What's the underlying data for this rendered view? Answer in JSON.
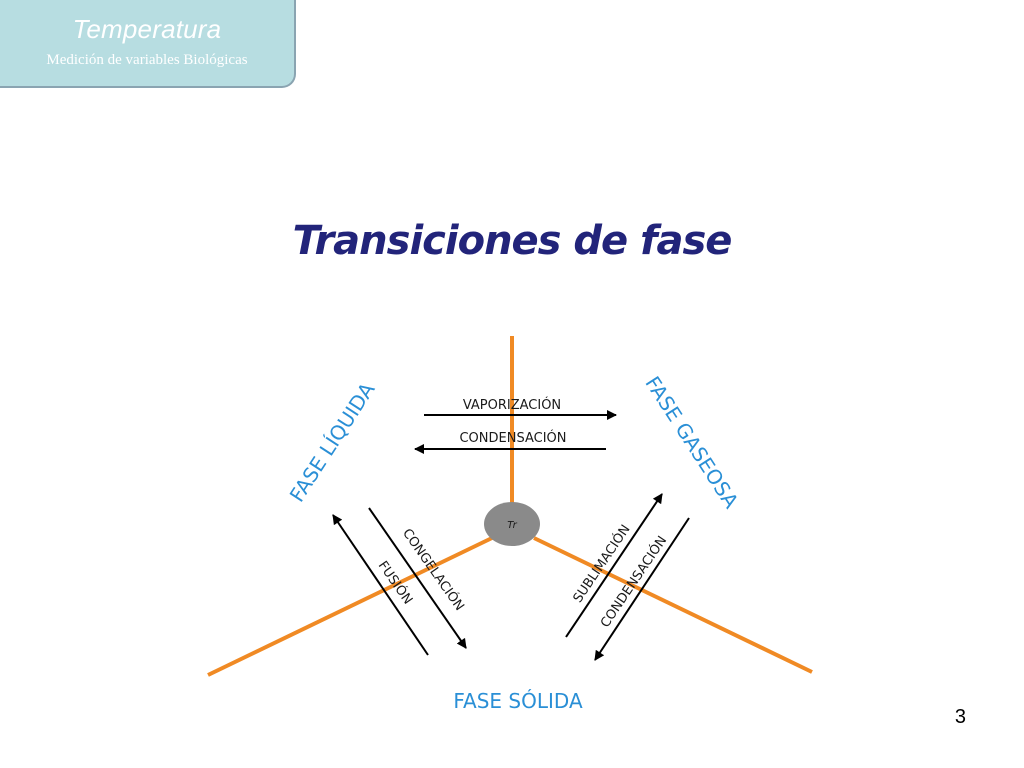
{
  "header": {
    "title": "Temperatura",
    "subtitle": "Medición de variables Biológicas"
  },
  "slide": {
    "title": "Transiciones de fase",
    "page_number": "3"
  },
  "diagram": {
    "phases": {
      "liquid": "FASE LÍQUIDA",
      "gas": "FASE GASEOSA",
      "solid": "FASE SÓLIDA"
    },
    "triple_point": "Tr",
    "transitions": {
      "vaporization": "VAPORIZACIÓN",
      "condensation_top": "CONDENSACIÓN",
      "freezing": "CONGELACIÓN",
      "fusion": "FUSIÓN",
      "sublimation": "SUBLIMACIÓN",
      "condensation_right": "CONDENSACIÓN"
    },
    "colors": {
      "boundary_lines": "#f08a24",
      "phase_labels": "#2a8fd6",
      "triple_point": "#8a8a8a",
      "arrows": "#000000"
    }
  }
}
